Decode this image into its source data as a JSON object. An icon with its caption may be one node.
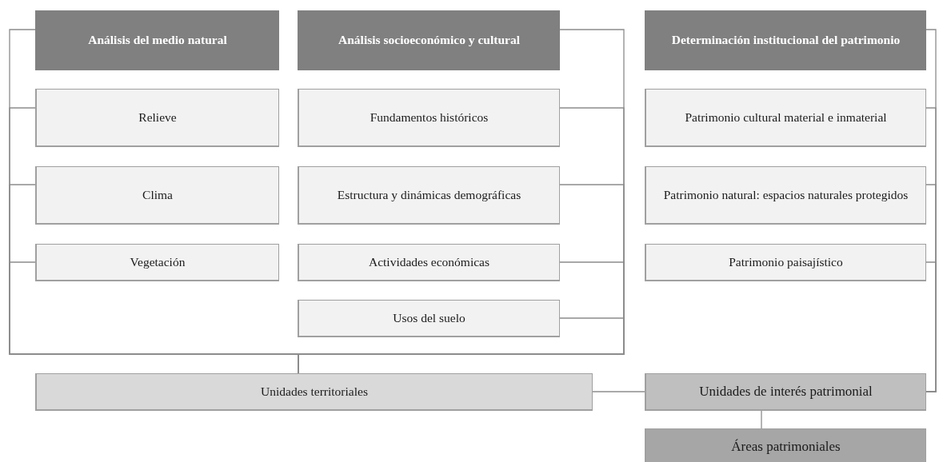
{
  "diagram": {
    "nodes": [
      {
        "text": [
          "Análisis del medio natural"
        ]
      },
      {
        "text": [
          "Relieve"
        ]
      },
      {
        "text": [
          "Clima"
        ]
      },
      {
        "text": [
          "Vegetación"
        ]
      },
      {
        "text": [
          "Análisis socioeconómico y cultural"
        ]
      },
      {
        "text": [
          "Fundamentos históricos"
        ]
      },
      {
        "text": [
          "Estructura y dinámicas demográficas"
        ]
      },
      {
        "text": [
          "Actividades económicas"
        ]
      },
      {
        "text": [
          "Usos del suelo"
        ]
      },
      {
        "text": [
          "Determinación institucional del patrimonio"
        ]
      },
      {
        "text": [
          "Patrimonio cultural material e inmaterial"
        ]
      },
      {
        "text": [
          "Patrimonio natural: espacios naturales protegidos"
        ]
      },
      {
        "text": [
          "Patrimonio paisajístico"
        ]
      },
      {
        "text": [
          "Unidades territoriales"
        ]
      },
      {
        "text": [
          "Unidades de interés patrimonial"
        ]
      },
      {
        "text": [
          "Áreas patrimoniales"
        ]
      }
    ],
    "edges": [
      {
        "from": 0,
        "to": 13,
        "arrow": "none"
      },
      {
        "from": 1,
        "to": 13,
        "arrow": "none"
      },
      {
        "from": 2,
        "to": 13,
        "arrow": "none"
      },
      {
        "from": 3,
        "to": 13,
        "arrow": "none"
      },
      {
        "from": 4,
        "to": 13,
        "arrow": "none"
      },
      {
        "from": 5,
        "to": 13,
        "arrow": "none"
      },
      {
        "from": 6,
        "to": 13,
        "arrow": "none"
      },
      {
        "from": 7,
        "to": 13,
        "arrow": "none"
      },
      {
        "from": 8,
        "to": 13,
        "arrow": "none"
      },
      {
        "from": 9,
        "to": 14,
        "arrow": "none"
      },
      {
        "from": 10,
        "to": 14,
        "arrow": "none"
      },
      {
        "from": 11,
        "to": 14,
        "arrow": "none"
      },
      {
        "from": 12,
        "to": 14,
        "arrow": "none"
      },
      {
        "from": 13,
        "to": 14,
        "arrow": "none"
      },
      {
        "from": 14,
        "to": 15,
        "arrow": "none"
      }
    ]
  }
}
